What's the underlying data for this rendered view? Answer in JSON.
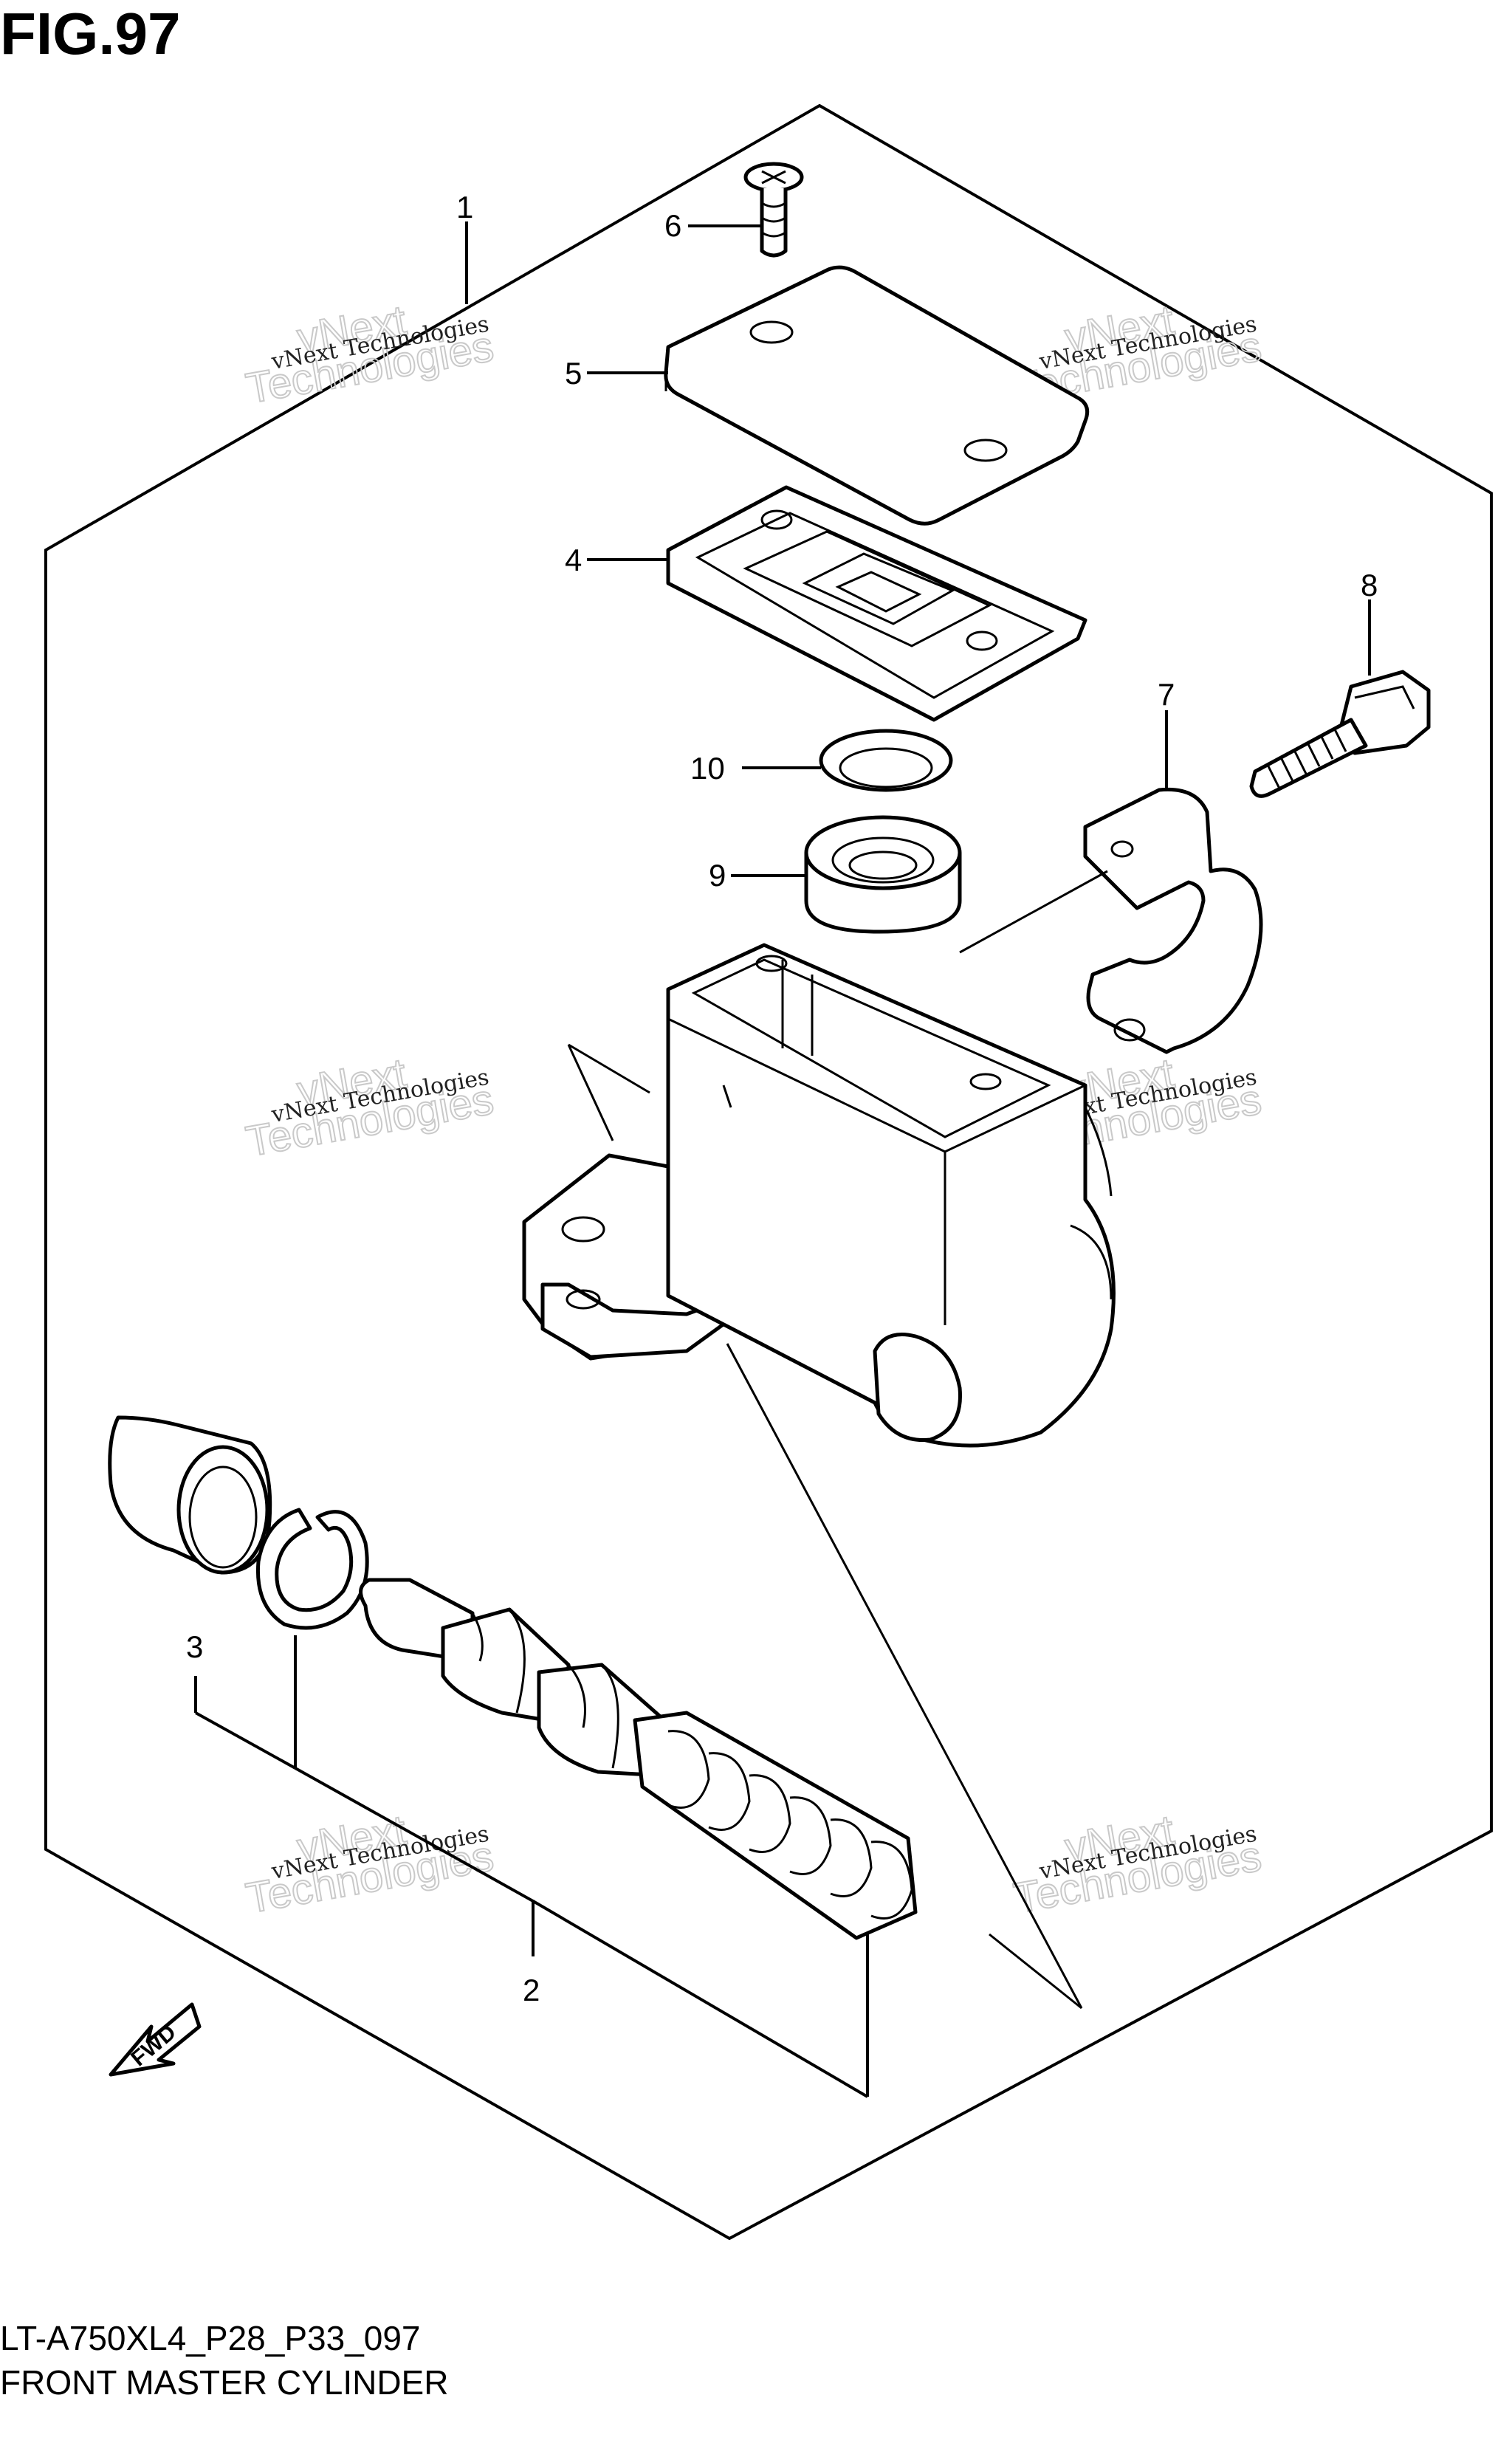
{
  "figure": {
    "title": "FIG.97",
    "code": "LT-A750XL4_P28_P33_097",
    "name": "FRONT MASTER CYLINDER"
  },
  "callouts": [
    "1",
    "2",
    "3",
    "4",
    "5",
    "6",
    "7",
    "8",
    "9",
    "10"
  ],
  "watermark": {
    "line1": "vNext Technologies",
    "line2": "vNext",
    "line3": "Technologies"
  },
  "fwd_label": "FWD"
}
